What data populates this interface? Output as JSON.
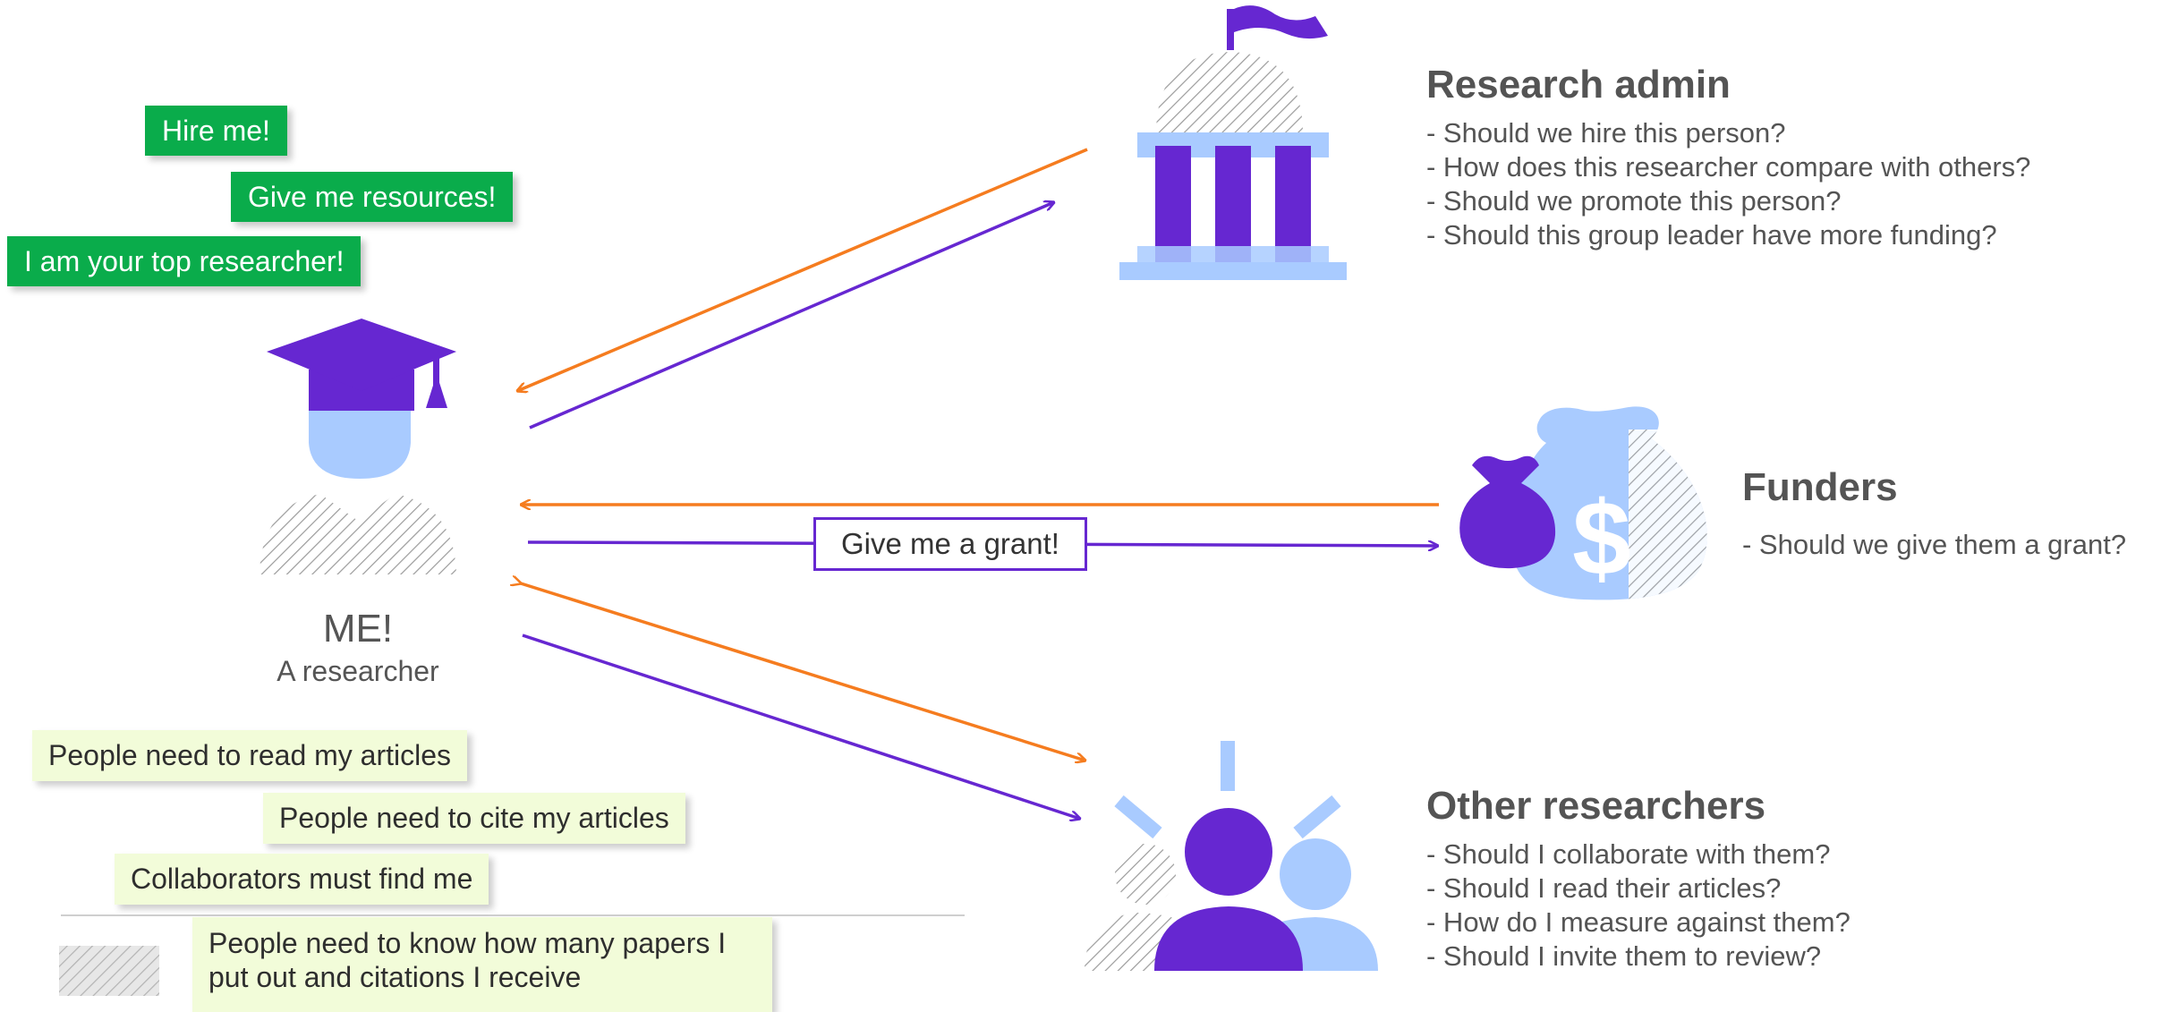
{
  "researcher": {
    "title": "ME!",
    "subtitle": "A researcher",
    "pleas": [
      "Hire me!",
      "Give me resources!",
      "I am your top researcher!"
    ],
    "needs": [
      "People need to read my articles",
      "People need to cite my articles",
      "Collaborators must find me",
      "People need to know how many papers I put out and citations I receive"
    ]
  },
  "grant_label": "Give me a grant!",
  "stakeholders": [
    {
      "heading": "Research admin",
      "questions": [
        "- Should we hire this person?",
        "- How does this researcher compare with others?",
        "- Should we promote this person?",
        "- Should this group leader have more funding?"
      ]
    },
    {
      "heading": "Funders",
      "questions": [
        "- Should we give them a grant?"
      ]
    },
    {
      "heading": "Other researchers",
      "questions": [
        "- Should I collaborate with them?",
        "- Should I read their articles?",
        "- How do I measure against them?",
        "- Should I invite them to review?"
      ]
    }
  ],
  "colors": {
    "purple": "#6627d1",
    "orange": "#f57c1f",
    "light_blue": "#a9cbff",
    "green": "#0aac4b",
    "pale_green": "#f2fcd9",
    "hatch": "#9b9b9b"
  },
  "icons": [
    "graduation-cap-icon",
    "university-building-icon",
    "money-bags-icon",
    "researchers-group-icon",
    "flag-icon"
  ]
}
